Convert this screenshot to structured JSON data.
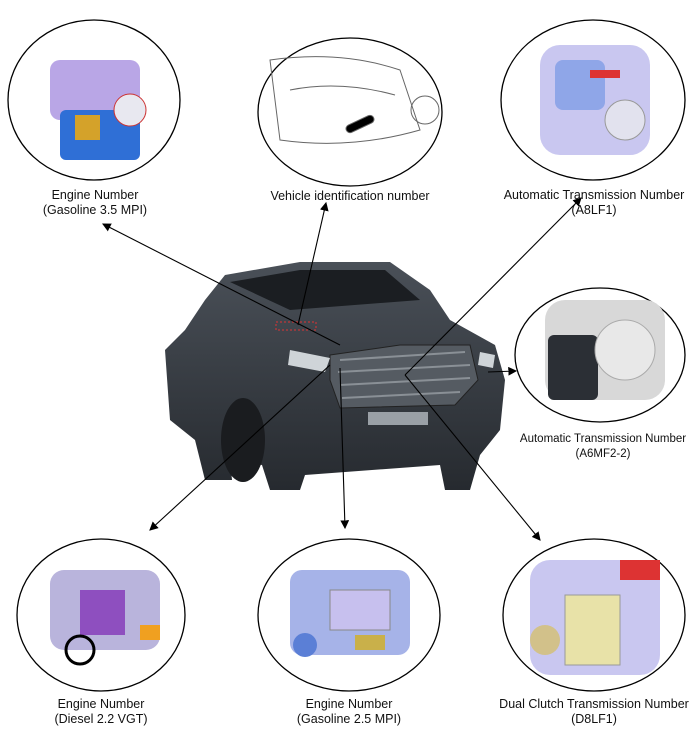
{
  "components": [
    {
      "id": "engine-35",
      "title": "Engine Number",
      "sub": "(Gasoline 3.5 MPI)"
    },
    {
      "id": "vin",
      "title": "Vehicle identification number",
      "sub": ""
    },
    {
      "id": "a8lf1",
      "title": "Automatic Transmission Number",
      "sub": "(A8LF1)"
    },
    {
      "id": "a6mf2",
      "title": "Automatic Transmission Number",
      "sub": "(A6MF2-2)"
    },
    {
      "id": "diesel22",
      "title": "Engine Number",
      "sub": "(Diesel 2.2 VGT)"
    },
    {
      "id": "engine-25",
      "title": "Engine Number",
      "sub": "(Gasoline 2.5 MPI)"
    },
    {
      "id": "d8lf1",
      "title": "Dual Clutch Transmission Number",
      "sub": "(D8LF1)"
    }
  ],
  "colors": {
    "car": "#3a3f45",
    "outline": "#000000",
    "engine_blue": "#5b7fd6",
    "engine_purple": "#b9a6e6"
  }
}
